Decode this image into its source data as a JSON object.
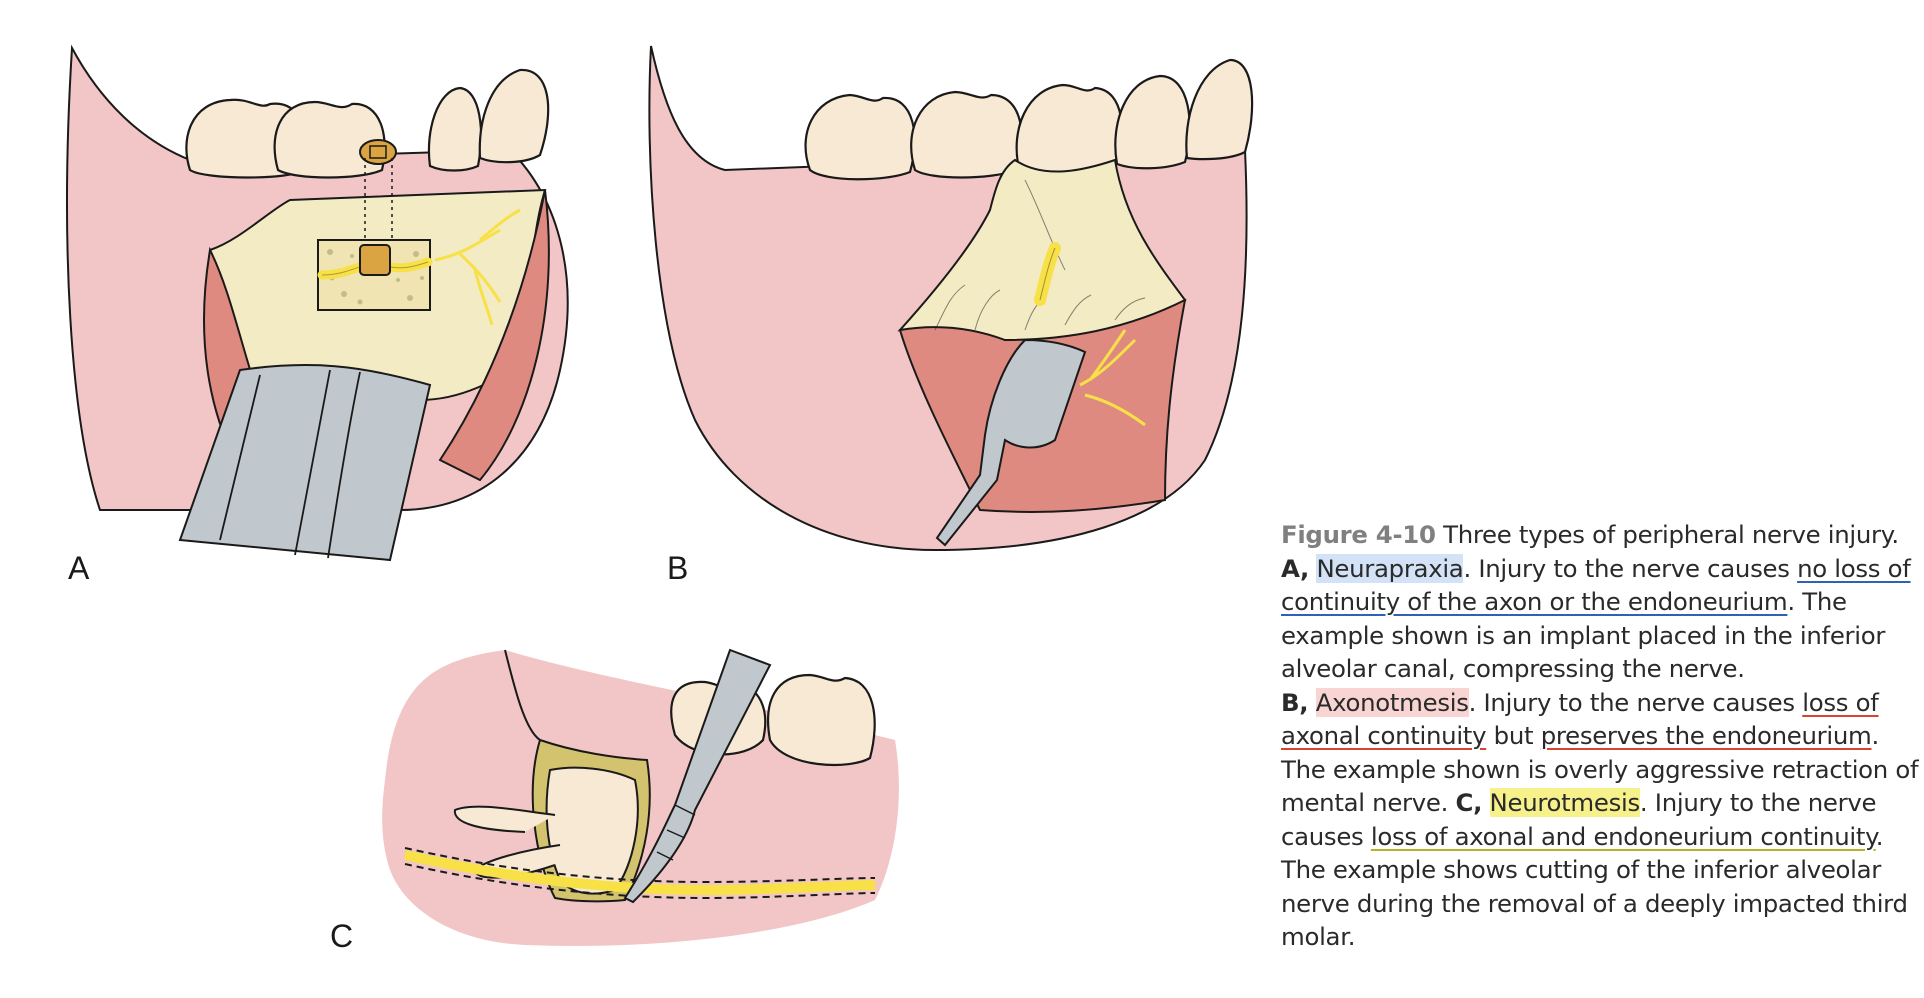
{
  "panels": [
    {
      "letter": "A",
      "depicts": "implant in inferior alveolar canal compressing nerve"
    },
    {
      "letter": "B",
      "depicts": "retraction of mental nerve"
    },
    {
      "letter": "C",
      "depicts": "bur cutting inferior alveolar nerve during third molar removal"
    }
  ],
  "caption": {
    "figure_label": "Figure 4-10",
    "title": "Three types of peripheral nerve injury.",
    "part_a": {
      "letter": "A,",
      "term": "Neurapraxia",
      "after_term": ". Injury to the nerve causes ",
      "key_phrase": "no loss of continuity of the axon or the endoneurium",
      "after_key": ".",
      "example": "The example shown is an implant placed in the inferior alveolar canal, compressing the nerve."
    },
    "part_b": {
      "letter": "B,",
      "term": "Axonotmesis",
      "after_term": ". Injury to the nerve causes ",
      "key_phrase_1": "loss of axonal continuity",
      "between": " but ",
      "key_phrase_2": "preserves the endoneurium",
      "after_key": ".",
      "example": "The example shown is overly aggressive retraction of mental nerve."
    },
    "part_c": {
      "letter": "C,",
      "term": "Neurotmesis",
      "after_term": ". Injury to the nerve causes ",
      "key_phrase": "loss of axonal and endoneurium continuity",
      "after_key": ".",
      "example": "The example shows cutting of the inferior alveolar nerve during the removal of a deeply impacted third molar."
    }
  },
  "colors": {
    "gingiva": "#f2c6c6",
    "flap": "#df8a80",
    "bone": "#f3ebc4",
    "tooth": "#f7e9d3",
    "nerve": "#f8e047",
    "instrument": "#c0c8cd",
    "highlight_a": "#d3e2f7",
    "highlight_b": "#f8d5d2",
    "highlight_c": "#f7f18b",
    "underline_a": "#2f62b7",
    "underline_b": "#d8442f",
    "underline_c": "#b9b227"
  }
}
